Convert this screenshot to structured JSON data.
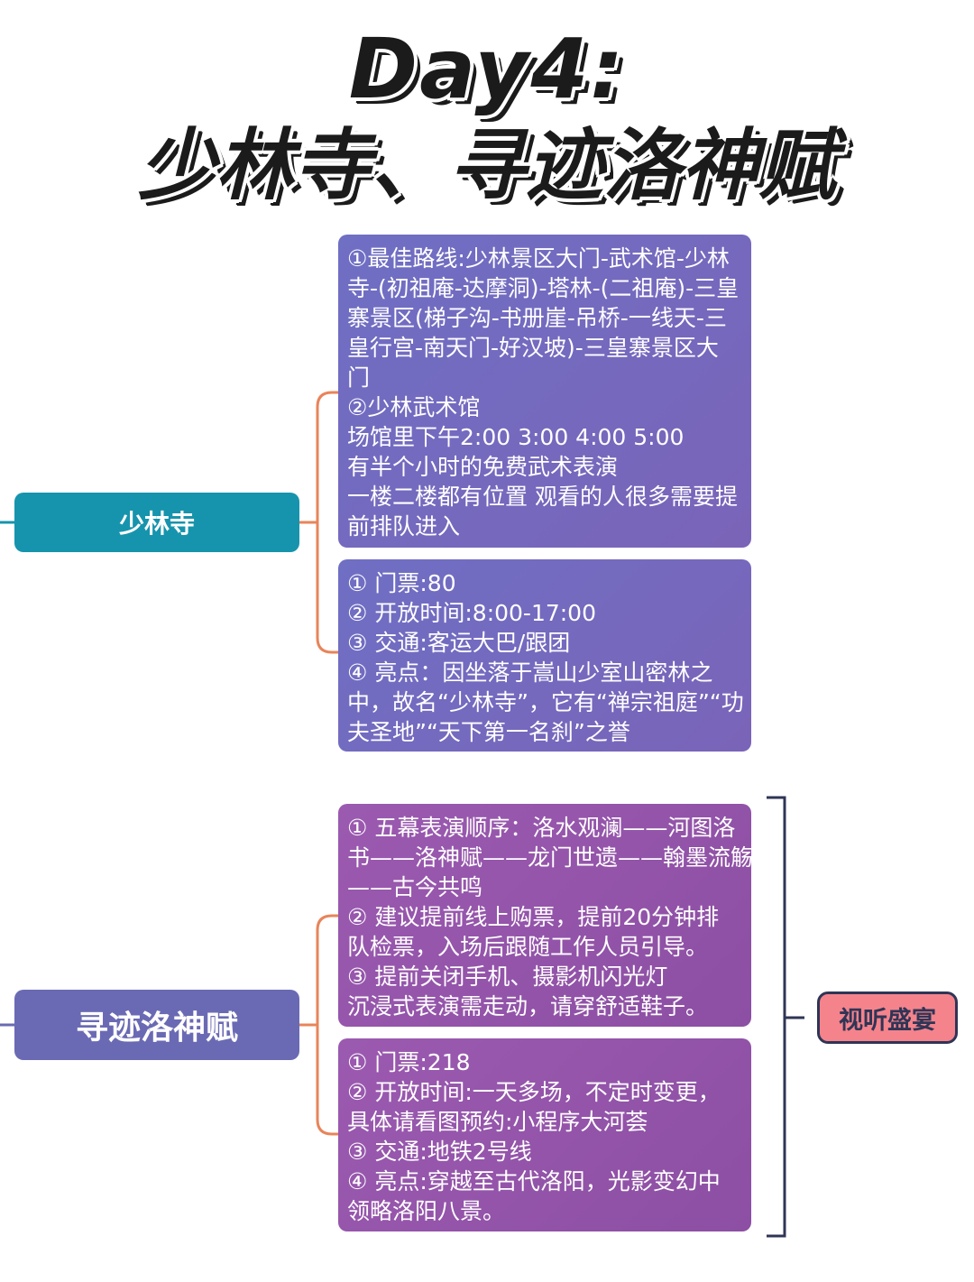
{
  "title": {
    "line1": "Day4:",
    "line2": "少林寺、寻迹洛神赋"
  },
  "nodes": {
    "shaolin": "少林寺",
    "luoshen": "寻迹洛神赋"
  },
  "cards": {
    "shaolin_route": [
      "①最佳路线:少林景区大门-武术馆-少林",
      "寺-(初祖庵-达摩洞)-塔林-(二祖庵)-三皇",
      "寨景区(梯子沟-书册崖-吊桥-一线天-三",
      "皇行宫-南天门-好汉坡)-三皇寨景区大",
      "门",
      "②少林武术馆",
      "场馆里下午2:00 3:00 4:00 5:00",
      "有半个小时的免费武术表演",
      "一楼二楼都有位置 观看的人很多需要提",
      "前排队进入"
    ],
    "shaolin_info": [
      "① 门票:80",
      "② 开放时间:8:00-17:00",
      "③ 交通:客运大巴/跟团",
      "④ 亮点：因坐落于嵩山少室山密林之",
      "中，故名“少林寺”，它有“禅宗祖庭”“功",
      "夫圣地”“天下第一名刹”之誉"
    ],
    "luoshen_show": [
      "① 五幕表演顺序：洛水观澜——河图洛",
      "书——洛神赋——龙门世遗——翰墨流觞",
      "——古今共鸣",
      "② 建议提前线上购票，提前20分钟排",
      "队检票，入场后跟随工作人员引导。",
      "③ 提前关闭手机、摄影机闪光灯",
      "沉浸式表演需走动，请穿舒适鞋子。"
    ],
    "luoshen_info": [
      "① 门票:218",
      "② 开放时间:一天多场，不定时变更，",
      "具体请看图预约:小程序大河荟",
      "③ 交通:地铁2号线",
      "④ 亮点:穿越至古代洛阳，光影变幻中",
      "领略洛阳八景。"
    ]
  },
  "badge": "视听盛宴",
  "colors": {
    "shaolin_node": "#1794ad",
    "luoshen_node": "#6a6ab4",
    "connector": "#e8845a",
    "bracket": "#2f3556",
    "badge_fill": "#f5838c"
  }
}
